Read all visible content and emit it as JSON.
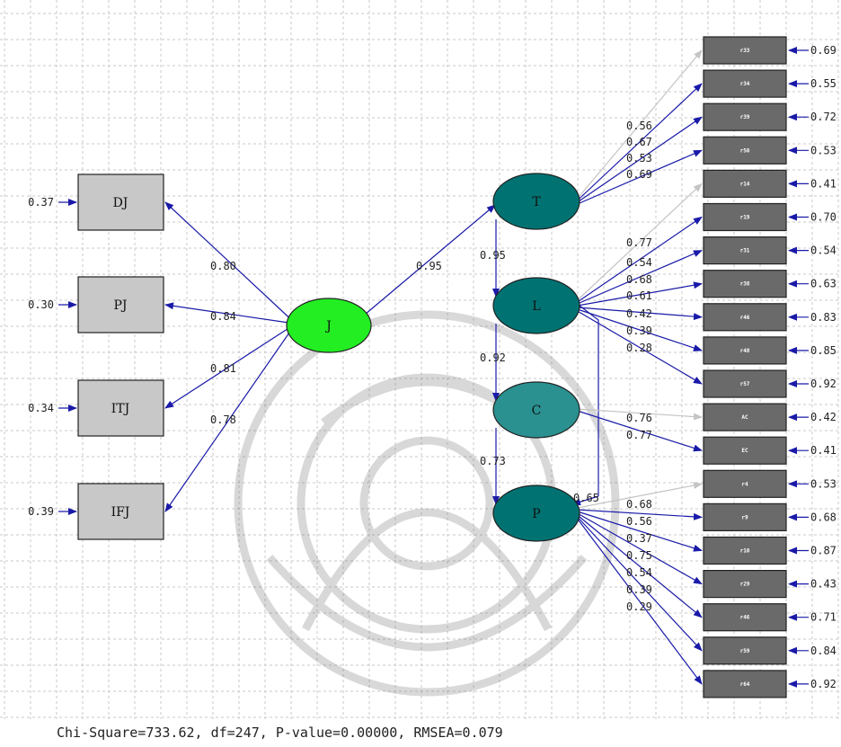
{
  "status_line": "Chi-Square=733.62, df=247, P-value=0.00000, RMSEA=0.079",
  "colors": {
    "arrow": "#1a1aa8",
    "grey_arrow": "#c4c4c4",
    "latent_teal": "#007272",
    "latent_c": "#2a9090",
    "latent_j": "#22ee22",
    "observed_fill": "#c8c8c8",
    "indicator_fill": "#6a6a6a",
    "grid": "#c8c8c8"
  },
  "exogenous": {
    "latent": "J",
    "indicators": [
      {
        "name": "DJ",
        "loading": "0.80",
        "error": "0.37"
      },
      {
        "name": "PJ",
        "loading": "0.84",
        "error": "0.30"
      },
      {
        "name": "ITJ",
        "loading": "0.81",
        "error": "0.34"
      },
      {
        "name": "IFJ",
        "loading": "0.78",
        "error": "0.39"
      }
    ]
  },
  "paths": [
    {
      "from": "J",
      "to": "T",
      "label": "0.95"
    },
    {
      "from": "T",
      "to": "L",
      "label": "0.95"
    },
    {
      "from": "L",
      "to": "C",
      "label": "0.92"
    },
    {
      "from": "C",
      "to": "P",
      "label": "0.73"
    },
    {
      "from": "L",
      "to": "P",
      "label": "0.65"
    }
  ],
  "latents": [
    "T",
    "L",
    "C",
    "P"
  ],
  "indicator_boxes": [
    {
      "name": "r33",
      "error": "0.69"
    },
    {
      "name": "r34",
      "error": "0.55"
    },
    {
      "name": "r39",
      "error": "0.72"
    },
    {
      "name": "r50",
      "error": "0.53"
    },
    {
      "name": "r14",
      "error": "0.41"
    },
    {
      "name": "r19",
      "error": "0.70"
    },
    {
      "name": "r31",
      "error": "0.54"
    },
    {
      "name": "r38",
      "error": "0.63"
    },
    {
      "name": "r46",
      "error": "0.83"
    },
    {
      "name": "r48",
      "error": "0.85"
    },
    {
      "name": "r57",
      "error": "0.92"
    },
    {
      "name": "AC",
      "error": "0.42"
    },
    {
      "name": "EC",
      "error": "0.41"
    },
    {
      "name": "r4",
      "error": "0.53"
    },
    {
      "name": "r9",
      "error": "0.68"
    },
    {
      "name": "r10",
      "error": "0.87"
    },
    {
      "name": "r29",
      "error": "0.43"
    },
    {
      "name": "r46",
      "error": "0.71"
    },
    {
      "name": "r59",
      "error": "0.84"
    },
    {
      "name": "r64",
      "error": "0.92"
    }
  ],
  "loadings": {
    "T": [
      "0.56",
      "0.67",
      "0.53",
      "0.69"
    ],
    "L": [
      "0.77",
      "0.54",
      "0.68",
      "0.61",
      "0.42",
      "0.39",
      "0.28"
    ],
    "C": [
      "0.76",
      "0.77"
    ],
    "P": [
      "0.68",
      "0.56",
      "0.37",
      "0.75",
      "0.54",
      "0.39",
      "0.29"
    ]
  }
}
